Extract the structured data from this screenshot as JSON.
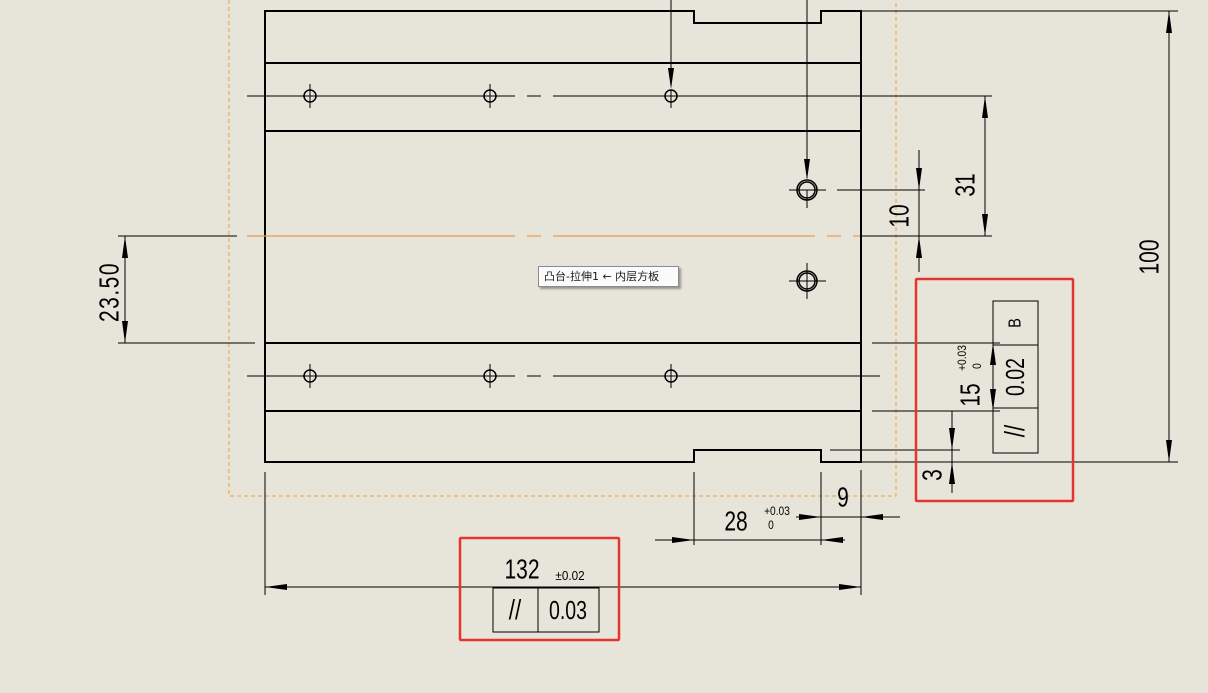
{
  "colors": {
    "sheet_background": "#E7E5DA",
    "geometry": "#000000",
    "view_boundary": "#EE9D48",
    "selected_centerline": "#E99B50",
    "highlight_box": "#E5332D",
    "tooltip_background": "#FBFBFB"
  },
  "dimensions": {
    "overall_width": {
      "value": "132",
      "tolerance": "±0.02"
    },
    "slot_width": {
      "value": "28",
      "upper_deviation": "+0.03",
      "lower_deviation": "0"
    },
    "slot_edge_offset": {
      "value": "9"
    },
    "overall_height": {
      "value": "100"
    },
    "hole_row_offset": {
      "value": "31"
    },
    "hole_offset": {
      "value": "10"
    },
    "centerline_offset": {
      "value": "23.50"
    },
    "rail_width": {
      "value": "15",
      "upper_deviation": "+0.03",
      "lower_deviation": "0"
    },
    "slot_depth": {
      "value": "3"
    }
  },
  "geometric_tolerances": {
    "bottom_frame": {
      "symbol": "//",
      "value": "0.03"
    },
    "right_frame": {
      "symbol": "//",
      "value": "0.02",
      "datum": "B"
    }
  },
  "tooltip": {
    "text": "凸台-拉伸1 ← 内层方板"
  }
}
